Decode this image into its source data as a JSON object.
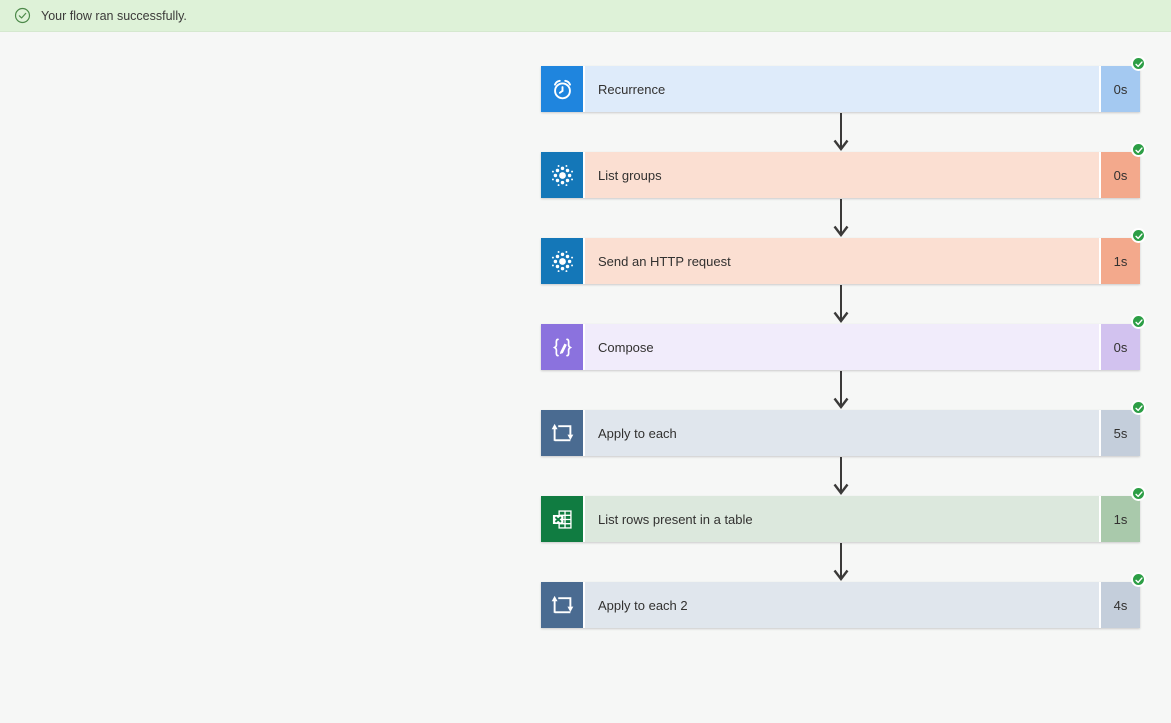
{
  "banner": {
    "message": "Your flow ran successfully.",
    "icon": "success-circle-check-icon",
    "background": "#def2d8",
    "icon_color": "#4d8a4a",
    "text_color": "#3b3a39"
  },
  "flow": {
    "arrow_color": "#3b3a39",
    "status_badge": {
      "state": "Succeeded",
      "icon": "check-icon",
      "color": "#2c9e45"
    },
    "nodes": [
      {
        "label": "Recurrence",
        "duration": "0s",
        "status": "Succeeded",
        "icon": "recurrence-clock-icon",
        "icon_bg": "#1f85de",
        "body_bg": "#deebfa",
        "duration_bg": "#a4c9f1"
      },
      {
        "label": "List groups",
        "duration": "0s",
        "status": "Succeeded",
        "icon": "office365-groups-icon",
        "icon_bg": "#1477b8",
        "body_bg": "#fbdfd2",
        "duration_bg": "#f3a98c"
      },
      {
        "label": "Send an HTTP request",
        "duration": "1s",
        "status": "Succeeded",
        "icon": "office365-groups-icon",
        "icon_bg": "#1477b8",
        "body_bg": "#fbdfd2",
        "duration_bg": "#f3a98c"
      },
      {
        "label": "Compose",
        "duration": "0s",
        "status": "Succeeded",
        "icon": "compose-braces-icon",
        "icon_bg": "#8b72de",
        "body_bg": "#f1ecfb",
        "duration_bg": "#d2c2ef"
      },
      {
        "label": "Apply to each",
        "duration": "5s",
        "status": "Succeeded",
        "icon": "apply-to-each-loop-icon",
        "icon_bg": "#4a6b91",
        "body_bg": "#e0e6ed",
        "duration_bg": "#c4cedb"
      },
      {
        "label": "List rows present in a table",
        "duration": "1s",
        "status": "Succeeded",
        "icon": "excel-icon",
        "icon_bg": "#107c41",
        "body_bg": "#dce8dd",
        "duration_bg": "#a9c9ab"
      },
      {
        "label": "Apply to each 2",
        "duration": "4s",
        "status": "Succeeded",
        "icon": "apply-to-each-loop-icon",
        "icon_bg": "#4a6b91",
        "body_bg": "#e0e6ed",
        "duration_bg": "#c4cedb"
      }
    ]
  }
}
